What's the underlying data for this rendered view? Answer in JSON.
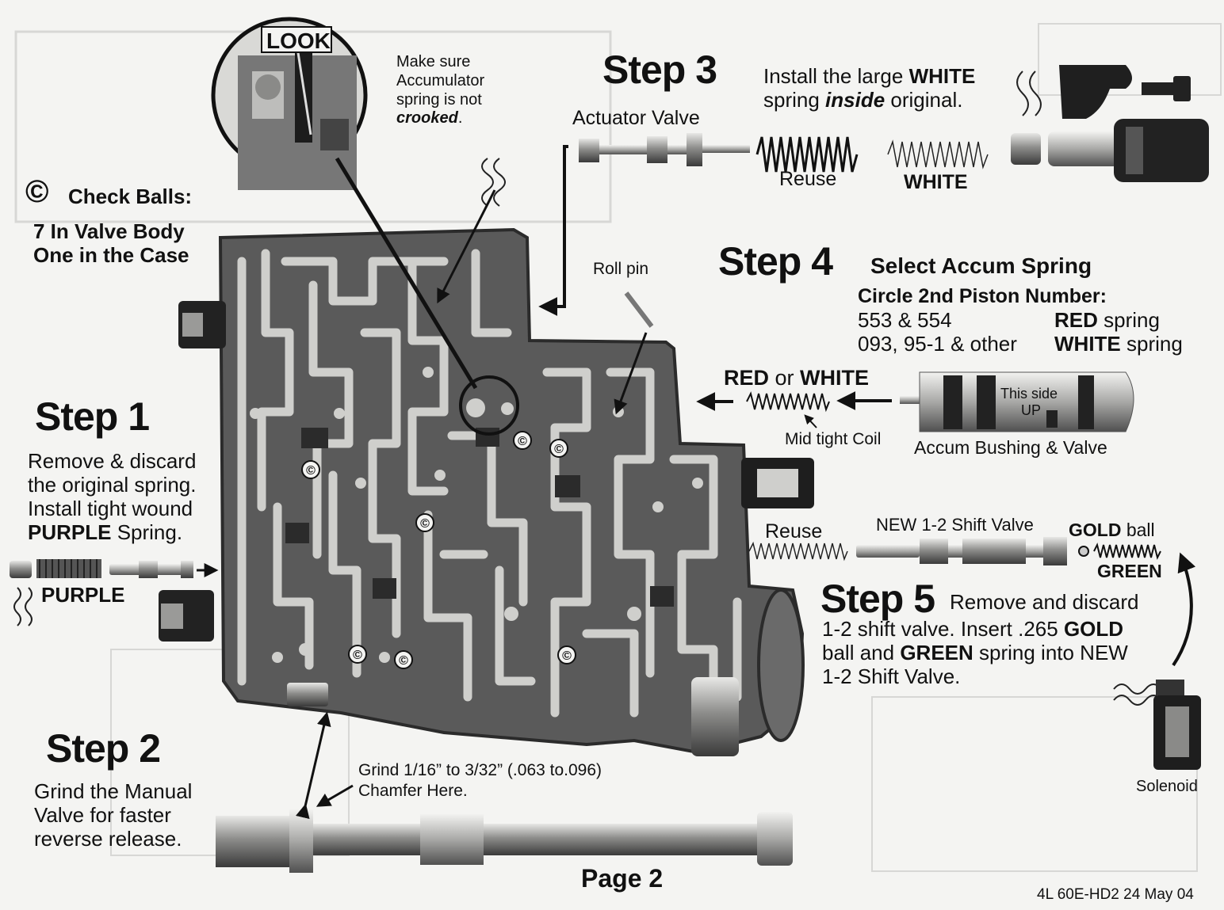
{
  "look": {
    "badge": "LOOK",
    "note1": "Make sure",
    "note2": "Accumulator",
    "note3": "spring is not",
    "note4": "crooked",
    "note4_tail": "."
  },
  "check_balls": {
    "symbol": "©",
    "title": "Check Balls:",
    "line1": "7 In Valve Body",
    "line2": "One in the Case"
  },
  "step1": {
    "title": "Step 1",
    "line1": "Remove & discard",
    "line2": "the original spring.",
    "line3": "Install tight wound",
    "line4_bold": "PURPLE",
    "line4_rest": " Spring.",
    "spring_label": "PURPLE"
  },
  "step2": {
    "title": "Step 2",
    "line1": "Grind the Manual",
    "line2": "Valve  for faster",
    "line3": "reverse release.",
    "grind1": "Grind 1/16”  to 3/32”  (.063 to.096)",
    "grind2": "Chamfer Here."
  },
  "step3": {
    "title": "Step 3",
    "line1_pre": "Install the large ",
    "line1_bold": "WHITE",
    "line2_pre": "spring ",
    "line2_bi": "inside",
    "line2_post": " original.",
    "actuator": "Actuator Valve",
    "reuse": "Reuse",
    "white": "WHITE"
  },
  "roll_pin": "Roll pin",
  "step4": {
    "title": "Step 4",
    "subtitle": "Select Accum Spring",
    "circle": "Circle 2nd Piston Number:",
    "row1_left": "553 & 554",
    "row1_right_bold": "RED",
    "row1_right": " spring",
    "row2_left": "093, 95-1 & other",
    "row2_right_bold": "WHITE",
    "row2_right": " spring",
    "red_or_white_1": "RED",
    "red_or_white_or": " or ",
    "red_or_white_2": "WHITE",
    "mid_tight": "Mid tight Coil",
    "this_side1": "This side",
    "this_side2": "UP",
    "accum_label": "Accum Bushing & Valve"
  },
  "step5": {
    "title": "Step 5",
    "head": "Remove and discard",
    "line2_pre": "1-2 shift valve.  Insert .265 ",
    "line2_bold": "GOLD",
    "line3_pre": "ball and ",
    "line3_bold": "GREEN",
    "line3_post": " spring into NEW",
    "line4": "1-2 Shift Valve.",
    "reuse": "Reuse",
    "new_valve": "NEW 1-2 Shift Valve",
    "gold_bold": "GOLD",
    "gold_rest": " ball",
    "green": "GREEN",
    "solenoid": "Solenoid"
  },
  "footer": {
    "page": "Page 2",
    "code": "4L 60E-HD2  24 May  04"
  },
  "colors": {
    "ink": "#111111",
    "casting": "#5a5a5a",
    "casting_dark": "#2b2b2b",
    "channel": "#cfcfcc",
    "paper": "#f4f4f2"
  }
}
